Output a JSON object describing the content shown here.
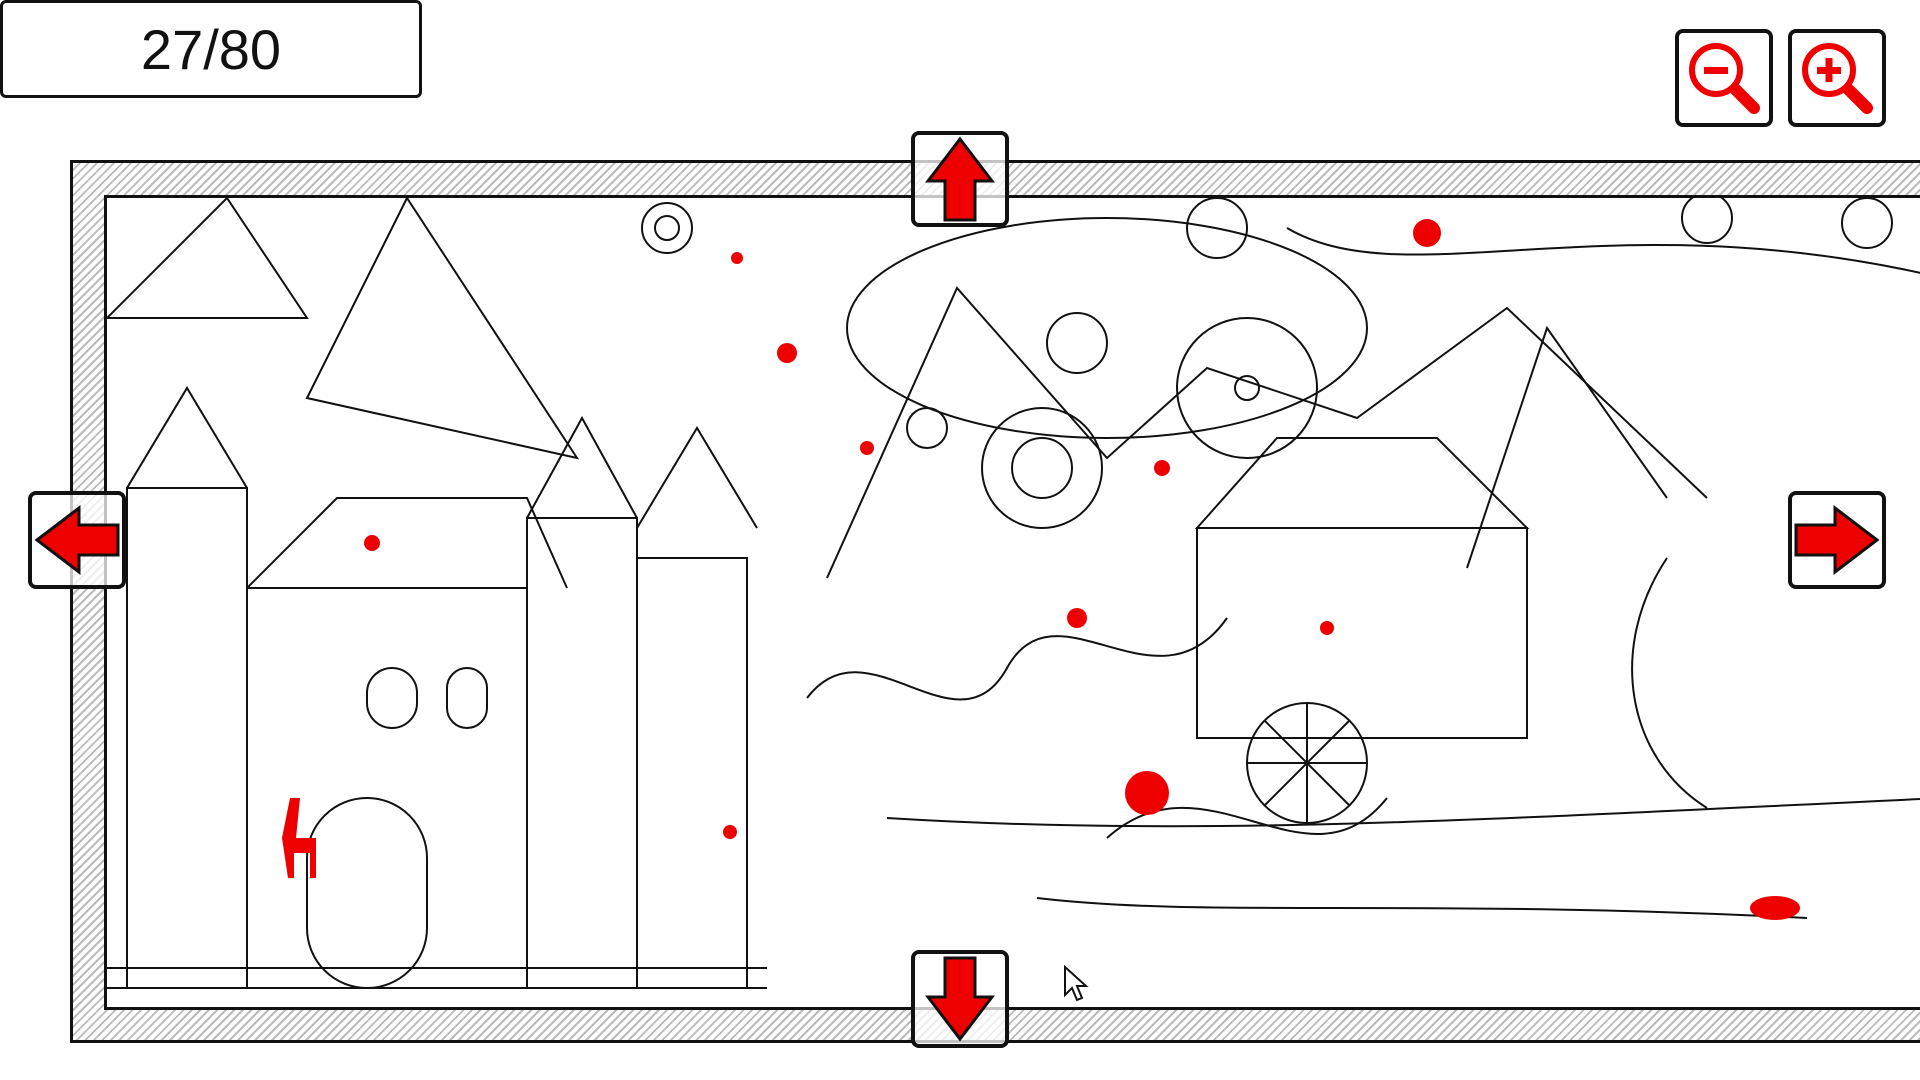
{
  "counter": {
    "found": 27,
    "total": 80,
    "label": "27/80"
  },
  "controls": {
    "zoom_out": "zoom-out-icon",
    "zoom_in": "zoom-in-icon",
    "pan_up": "arrow-up-icon",
    "pan_down": "arrow-down-icon",
    "pan_left": "arrow-left-icon",
    "pan_right": "arrow-right-icon"
  },
  "colors": {
    "accent": "#ee0000",
    "outline": "#111111",
    "frame_hatch": "#bbbbbb"
  }
}
